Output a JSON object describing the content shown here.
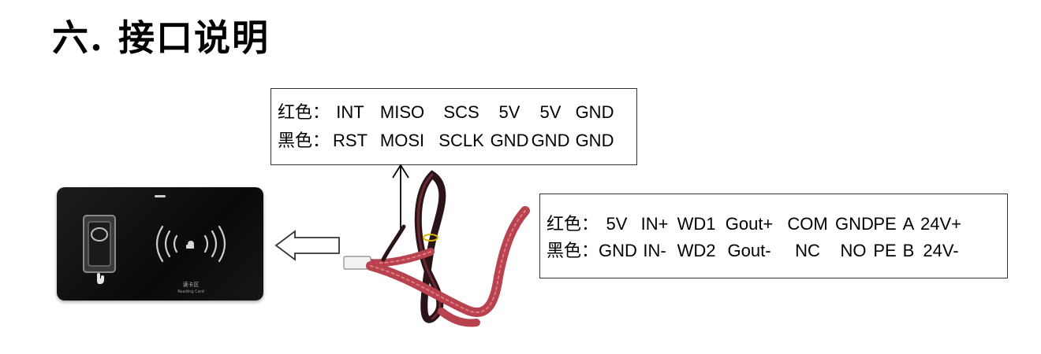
{
  "title": "六. 接口说明",
  "connector_top": {
    "red_label": "红色：",
    "red_pins": [
      "INT",
      "MISO",
      "SCS",
      "5V",
      "5V",
      "GND"
    ],
    "black_label": "黑色：",
    "black_pins": [
      "RST",
      "MOSI",
      "SCLK",
      "GND",
      "GND",
      "GND"
    ]
  },
  "connector_right": {
    "red_label": "红色：",
    "red_pins": [
      "5V",
      "IN+",
      "WD1",
      "Gout+",
      "COM",
      "GND",
      "PE",
      "A",
      "24V+"
    ],
    "black_label": "黑色：",
    "black_pins": [
      "GND",
      "IN-",
      "WD2",
      "Gout-",
      "NC",
      "NO",
      "PE",
      "B",
      "24V-"
    ]
  },
  "device": {
    "card_area_label": "读卡区",
    "card_area_sublabel": "Reading Card"
  },
  "colors": {
    "cable_red": "#b8434f",
    "cable_dark": "#2a1418",
    "device_body": "#111111"
  }
}
